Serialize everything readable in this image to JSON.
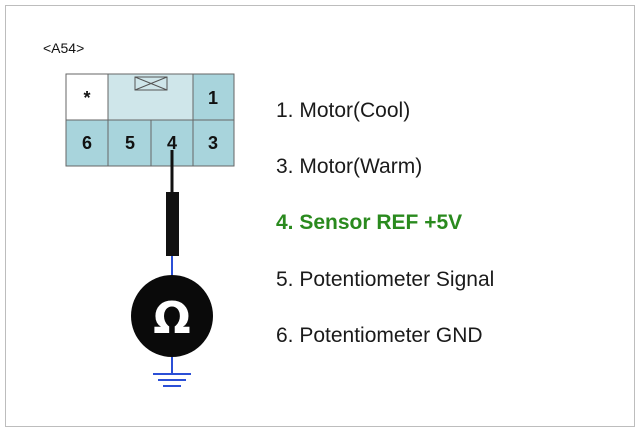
{
  "connector": {
    "id": "<A54>",
    "top_row": [
      "*",
      "",
      "1"
    ],
    "bottom_row": [
      "6",
      "5",
      "4",
      "3"
    ],
    "fill_color": "#a8d4dc"
  },
  "symbol": {
    "name": "ohm-sensor",
    "glyph": "Ω"
  },
  "pins": [
    {
      "text": "1. Motor(Cool)",
      "highlight": false
    },
    {
      "text": "3. Motor(Warm)",
      "highlight": false
    },
    {
      "text": "4. Sensor REF +5V",
      "highlight": true
    },
    {
      "text": "5. Potentiometer Signal",
      "highlight": false
    },
    {
      "text": "6. Potentiometer GND",
      "highlight": false
    }
  ],
  "colors": {
    "highlight": "#2a8a1e",
    "wire": "#111111",
    "ground": "#2b4fd6"
  }
}
